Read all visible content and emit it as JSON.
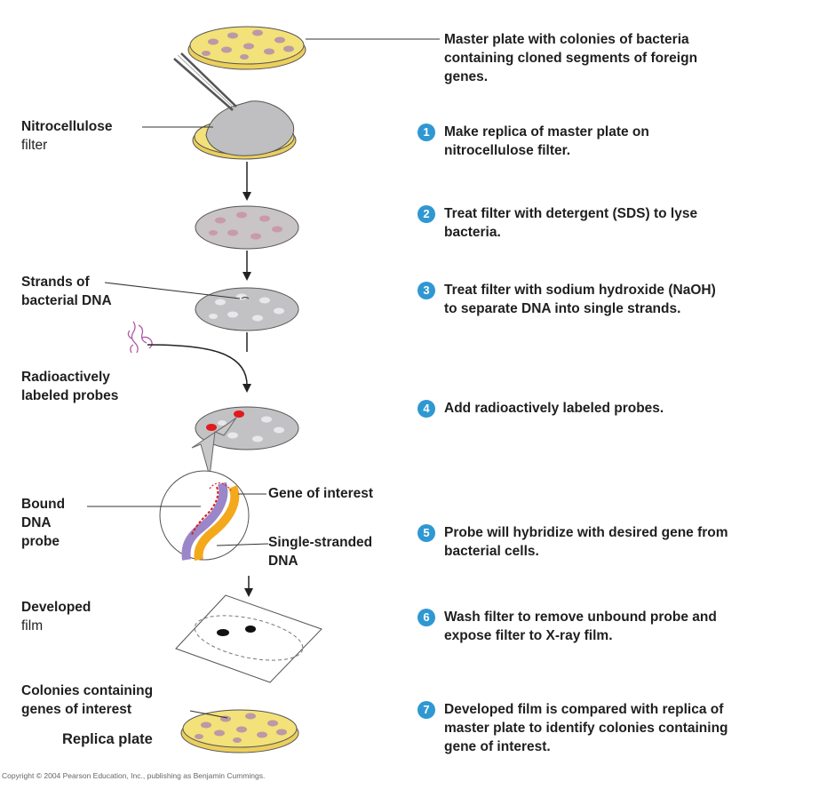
{
  "labels": {
    "master_plate": [
      "Master plate with colonies of bacteria",
      "containing cloned segments of foreign",
      "genes."
    ],
    "nitrocellulose": [
      "Nitrocellulose",
      "filter"
    ],
    "strands": [
      "Strands of",
      "bacterial DNA"
    ],
    "probes": [
      "Radioactively",
      "labeled probes"
    ],
    "bound": [
      "Bound",
      "DNA",
      "probe"
    ],
    "gene_of_interest": "Gene of interest",
    "single_stranded": [
      "Single-stranded",
      "DNA"
    ],
    "developed_film": [
      "Developed",
      "film"
    ],
    "colonies": [
      "Colonies containing",
      "genes of interest"
    ],
    "replica_plate": "Replica plate"
  },
  "steps": [
    {
      "num": "1",
      "lines": [
        "Make replica of master plate on",
        "nitrocellulose filter."
      ]
    },
    {
      "num": "2",
      "lines": [
        "Treat filter with detergent (SDS) to lyse",
        "bacteria."
      ]
    },
    {
      "num": "3",
      "lines": [
        "Treat filter with sodium hydroxide (NaOH)",
        "to separate DNA into single strands."
      ]
    },
    {
      "num": "4",
      "lines": [
        "Add radioactively labeled probes."
      ]
    },
    {
      "num": "5",
      "lines": [
        "Probe will hybridize with desired gene from",
        "bacterial cells."
      ]
    },
    {
      "num": "6",
      "lines": [
        "Wash filter to remove unbound probe and",
        "expose filter to X-ray film."
      ]
    },
    {
      "num": "7",
      "lines": [
        "Developed film is compared with replica of",
        "master plate to identify colonies containing",
        "gene of interest."
      ]
    }
  ],
  "copyright": "Copyright © 2004 Pearson Education, Inc., publishing as Benjamin Cummings.",
  "colors": {
    "plate_fill": "#f3e17a",
    "colony": "#b99aa6",
    "filter": "#bfbfc1",
    "probe_red": "#e01b1b",
    "gene_orange": "#f4a81c",
    "dna_purple": "#9a86c8",
    "badge_blue": "#2f98d2"
  }
}
